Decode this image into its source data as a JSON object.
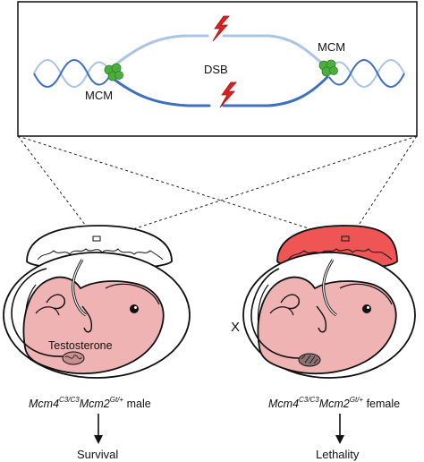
{
  "inset": {
    "dsb_label": "DSB",
    "mcm_left_label": "MCM",
    "mcm_right_label": "MCM"
  },
  "male": {
    "hormone_label": "Testosterone",
    "gene1": "Mcm4",
    "gene1_sup": "C3/C3",
    "gene2": "Mcm2",
    "gene2_sup": "Gt/+",
    "sex": "male",
    "outcome": "Survival"
  },
  "female": {
    "blocked_mark": "X",
    "gene1": "Mcm4",
    "gene1_sup": "C3/C3",
    "gene2": "Mcm2",
    "gene2_sup": "Gt/+",
    "sex": "female",
    "outcome": "Lethality"
  },
  "colors": {
    "dna_light": "#a9c4e6",
    "dna_dark": "#3f6fbe",
    "mcm_green": "#4caf3c",
    "lightning_red": "#e02020",
    "embryo_pink": "#efb3b3",
    "placenta_female_red": "#ef5555",
    "outline": "#111111"
  }
}
